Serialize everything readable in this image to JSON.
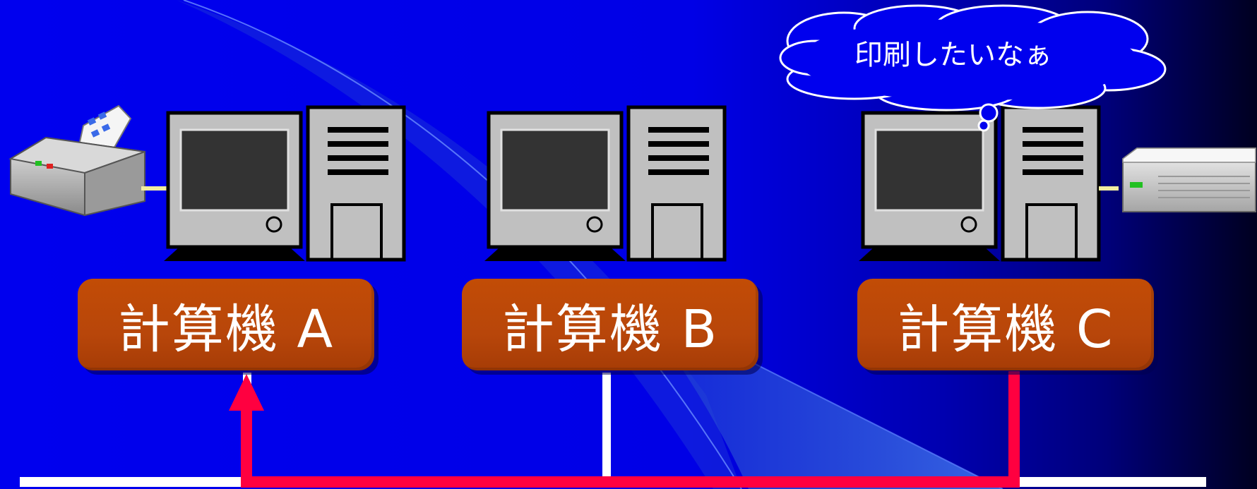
{
  "computers": [
    {
      "label": "計算機 A",
      "peripheral": "printer"
    },
    {
      "label": "計算機 B",
      "peripheral": "none"
    },
    {
      "label": "計算機 C",
      "peripheral": "modem"
    }
  ],
  "thought_bubble": {
    "text": "印刷したいなぁ"
  },
  "colors": {
    "background": "#0000ee",
    "label_box": "#bb480a",
    "network_line": "#ffffff",
    "route_arrow": "#ff0040",
    "bubble": "#0000ee"
  },
  "icons": [
    "printer-icon",
    "monitor-icon",
    "tower-icon",
    "modem-icon",
    "thought-cloud-icon"
  ]
}
